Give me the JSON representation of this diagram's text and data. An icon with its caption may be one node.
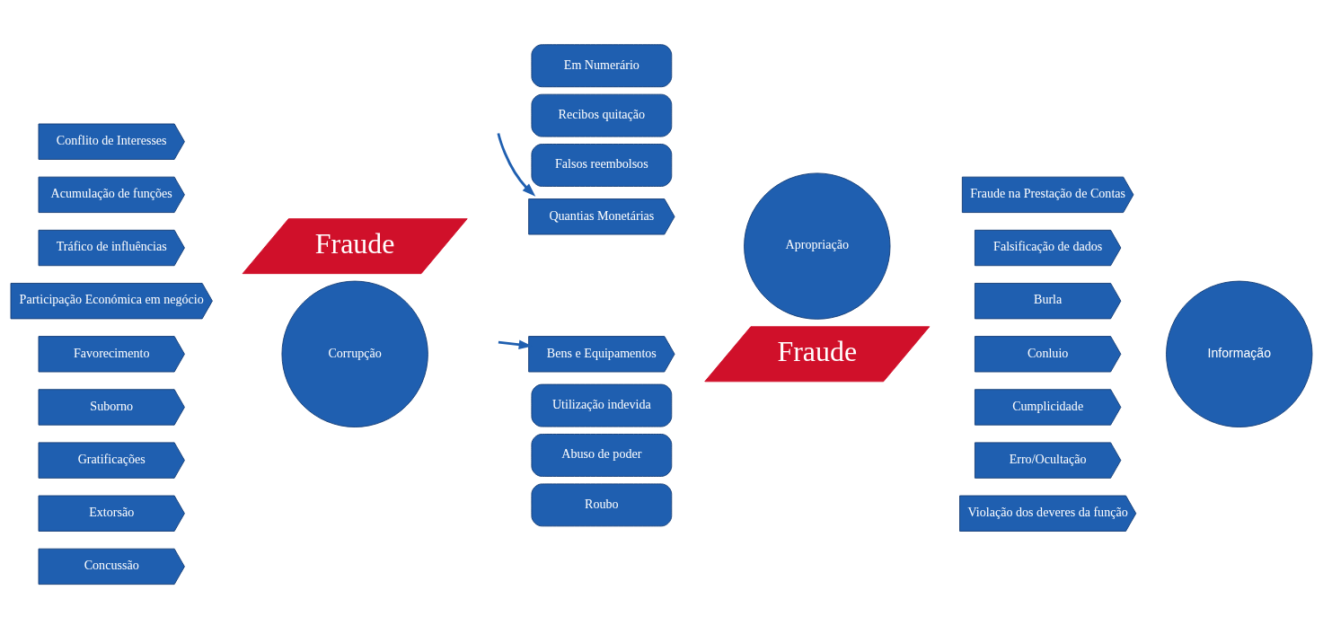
{
  "diagram": {
    "nodes": [
      {
        "text": [
          "Conflito de Interesses"
        ]
      },
      {
        "text": [
          "Acumulação de funções"
        ]
      },
      {
        "text": [
          "Tráfico de influências"
        ]
      },
      {
        "text": [
          "Participação Económica em negócio"
        ]
      },
      {
        "text": [
          "Favorecimento"
        ]
      },
      {
        "text": [
          "Suborno"
        ]
      },
      {
        "text": [
          "Gratificações"
        ]
      },
      {
        "text": [
          "Extorsão"
        ]
      },
      {
        "text": [
          "Concussão"
        ]
      },
      {
        "text": [
          "Fraude"
        ]
      },
      {
        "text": [
          "Corrupção"
        ]
      },
      {
        "text": [
          "Em Numerário"
        ]
      },
      {
        "text": [
          "Recibos quitação"
        ]
      },
      {
        "text": [
          "Falsos reembolsos"
        ]
      },
      {
        "text": [
          "Quantias Monetárias"
        ]
      },
      {
        "text": [
          "Bens e Equipamentos"
        ]
      },
      {
        "text": [
          "Utilização indevida"
        ]
      },
      {
        "text": [
          "Abuso de poder"
        ]
      },
      {
        "text": [
          "Roubo"
        ]
      },
      {
        "text": [
          "Apropriação"
        ]
      },
      {
        "text": [
          "Fraude"
        ]
      },
      {
        "text": [
          "Fraude na Prestação de Contas"
        ]
      },
      {
        "text": [
          "Falsificação de dados"
        ]
      },
      {
        "text": [
          "Burla"
        ]
      },
      {
        "text": [
          "Conluio"
        ]
      },
      {
        "text": [
          "Cumplicidade"
        ]
      },
      {
        "text": [
          "Erro/Ocultação"
        ]
      },
      {
        "text": [
          "Violação dos deveres da função"
        ]
      },
      {
        "text": [
          "Informação"
        ]
      }
    ],
    "edges": [
      {
        "from": null,
        "to": 14,
        "arrow": "to"
      },
      {
        "from": null,
        "to": 15,
        "arrow": "to"
      }
    ]
  }
}
